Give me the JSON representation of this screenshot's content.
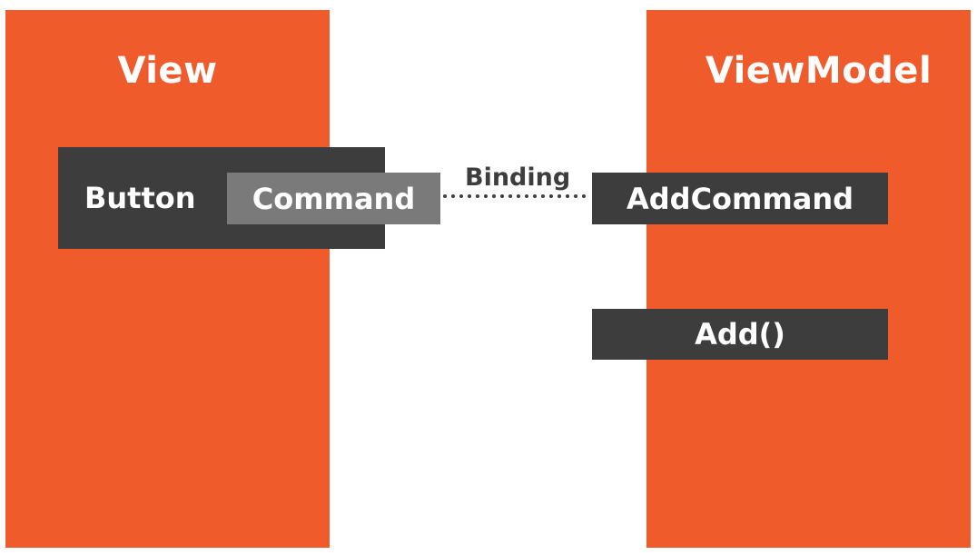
{
  "view": {
    "title": "View",
    "button_label": "Button",
    "command_label": "Command"
  },
  "viewmodel": {
    "title": "ViewModel",
    "addcommand_label": "AddCommand",
    "add_label": "Add()"
  },
  "binding": {
    "label": "Binding"
  },
  "colors": {
    "panel": "#f05b2b",
    "dark_box": "#3d3d3d",
    "command_box": "#7a7a7a",
    "text_light": "#ffffff",
    "text_dark": "#3d3d3d"
  }
}
